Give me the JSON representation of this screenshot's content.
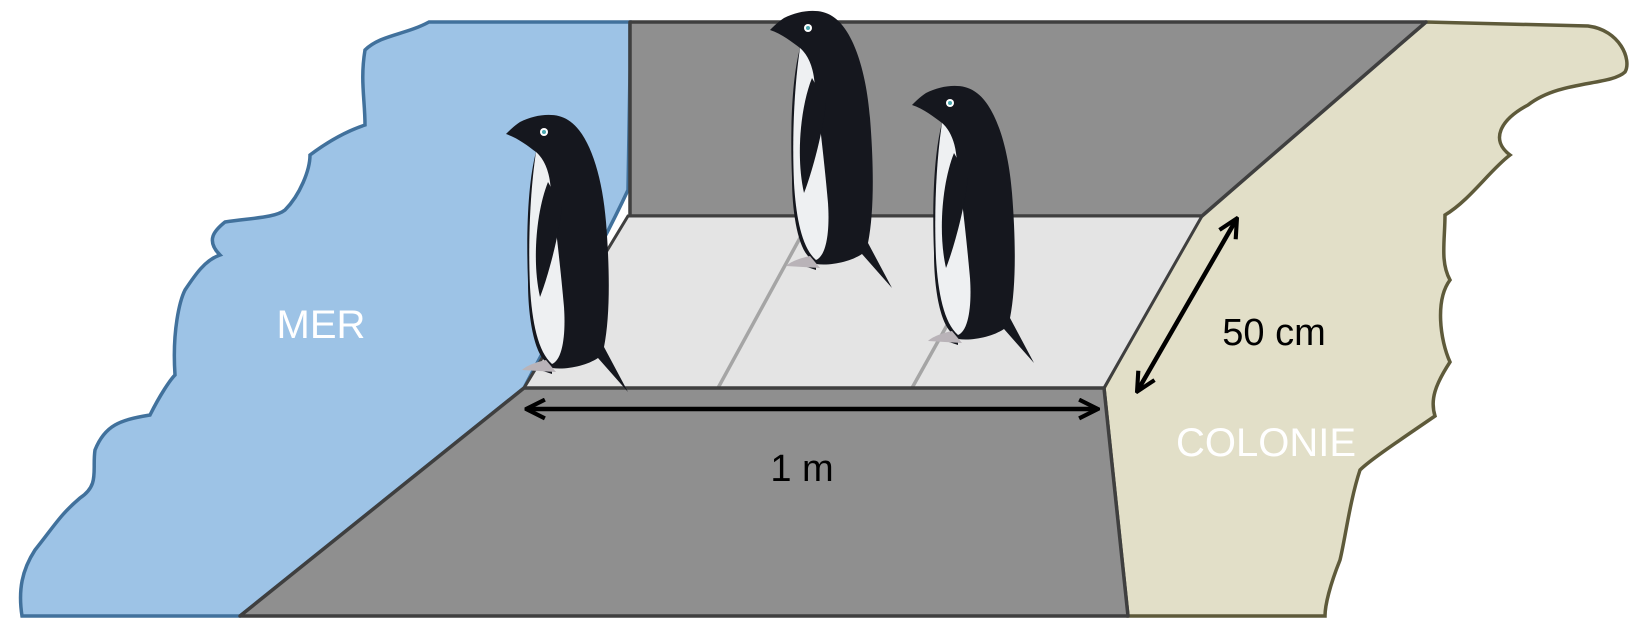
{
  "labels": {
    "sea": "MER",
    "colony": "COLONIE",
    "length": "1 m",
    "width": "50 cm"
  },
  "colors": {
    "sea_fill": "#9dc3e6",
    "sea_stroke": "#41719c",
    "colony_fill": "#e2dfc8",
    "colony_stroke": "#5e5a3a",
    "walkway_fill": "#8f8f8f",
    "walkway_stroke": "#3f3f3f",
    "platform_fill": "#e4e4e4",
    "platform_seam": "#a5a5a5",
    "arrow": "#000000",
    "penguin_back": "#15171e",
    "penguin_belly": "#eef0f2"
  },
  "icons": [
    "penguin-icon",
    "double-arrow-icon"
  ]
}
